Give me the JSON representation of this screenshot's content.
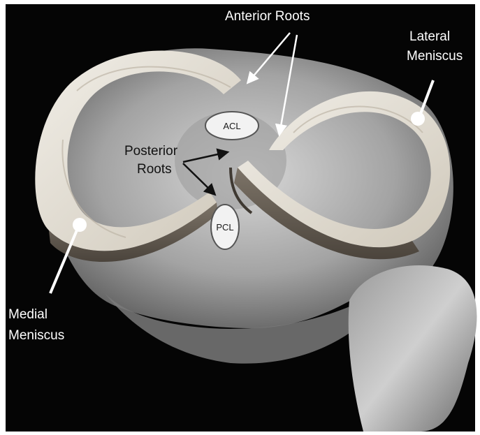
{
  "labels": {
    "anterior_roots": "Anterior Roots",
    "lateral_line1": "Lateral",
    "lateral_line2": "Meniscus",
    "posterior_line1": "Posterior",
    "posterior_line2": "Roots",
    "medial_line1": "Medial",
    "medial_line2": "Meniscus",
    "acl": "ACL",
    "pcl": "PCL"
  },
  "colors": {
    "background": "#000000",
    "bone": "#8a8a8a",
    "meniscus_top": "#e2ddd2",
    "meniscus_side": "#6b6359",
    "label_text": "#ffffff",
    "posterior_text": "#111111"
  }
}
